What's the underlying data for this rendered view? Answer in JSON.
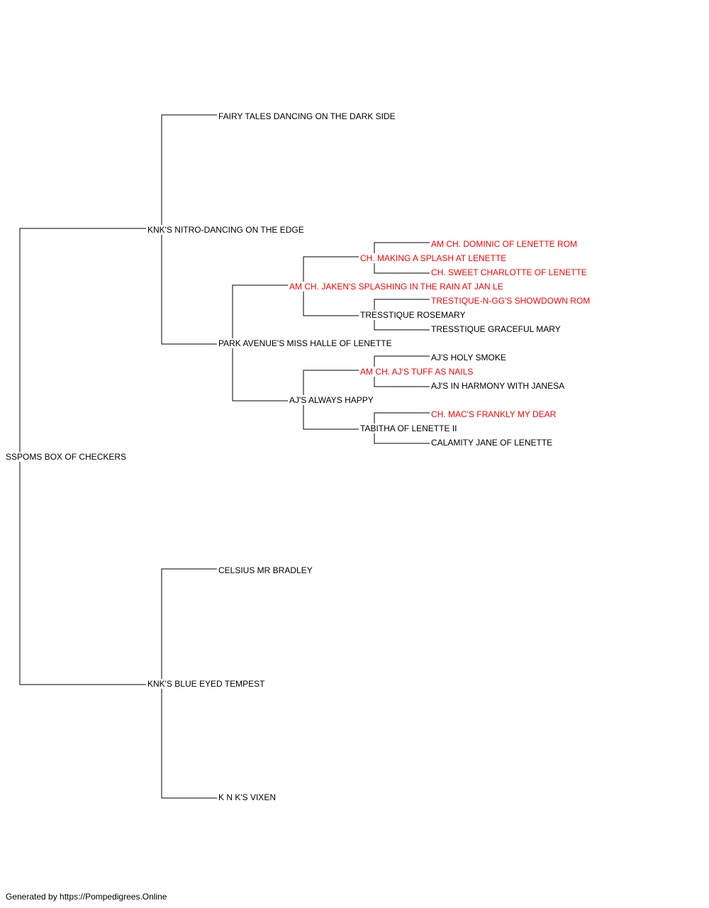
{
  "colors": {
    "normal": "#000000",
    "champion": "#ff0000",
    "line": "#000000"
  },
  "pedigree": {
    "root": {
      "name": "SSPOMS BOX OF CHECKERS",
      "champion": false
    },
    "sire": {
      "name": "KNK'S NITRO-DANCING ON THE EDGE",
      "champion": false
    },
    "sire_sire": {
      "name": "FAIRY TALES DANCING ON THE DARK SIDE",
      "champion": false
    },
    "sire_dam": {
      "name": "PARK AVENUE'S MISS HALLE OF LENETTE",
      "champion": false
    },
    "sire_dam_sire": {
      "name": "AM CH. JAKEN'S SPLASHING IN THE RAIN AT JAN LE",
      "champion": true
    },
    "sire_dam_sire_sire": {
      "name": "CH. MAKING A SPLASH AT LENETTE",
      "champion": true
    },
    "sire_dam_sire_sire_sire": {
      "name": "AM CH. DOMINIC OF LENETTE ROM",
      "champion": true
    },
    "sire_dam_sire_sire_dam": {
      "name": "CH. SWEET CHARLOTTE OF LENETTE",
      "champion": true
    },
    "sire_dam_sire_dam": {
      "name": "TRESSTIQUE ROSEMARY",
      "champion": false
    },
    "sire_dam_sire_dam_sire": {
      "name": "TRESTIQUE-N-GG'S SHOWDOWN ROM",
      "champion": true
    },
    "sire_dam_sire_dam_dam": {
      "name": "TRESSTIQUE GRACEFUL MARY",
      "champion": false
    },
    "sire_dam_dam": {
      "name": "AJ'S ALWAYS HAPPY",
      "champion": false
    },
    "sire_dam_dam_sire": {
      "name": "AM CH. AJ'S TUFF AS NAILS",
      "champion": true
    },
    "sire_dam_dam_sire_sire": {
      "name": "AJ'S HOLY SMOKE",
      "champion": false
    },
    "sire_dam_dam_sire_dam": {
      "name": "AJ'S IN HARMONY WITH JANESA",
      "champion": false
    },
    "sire_dam_dam_dam": {
      "name": "TABITHA OF LENETTE II",
      "champion": false
    },
    "sire_dam_dam_dam_sire": {
      "name": "CH. MAC'S FRANKLY MY DEAR",
      "champion": true
    },
    "sire_dam_dam_dam_dam": {
      "name": "CALAMITY JANE OF LENETTE",
      "champion": false
    },
    "dam": {
      "name": "KNK'S BLUE EYED TEMPEST",
      "champion": false
    },
    "dam_sire": {
      "name": "CELSIUS MR BRADLEY",
      "champion": false
    },
    "dam_dam": {
      "name": "K N K'S VIXEN",
      "champion": false
    }
  },
  "footer": "Generated by https://Pompedigrees.Online"
}
